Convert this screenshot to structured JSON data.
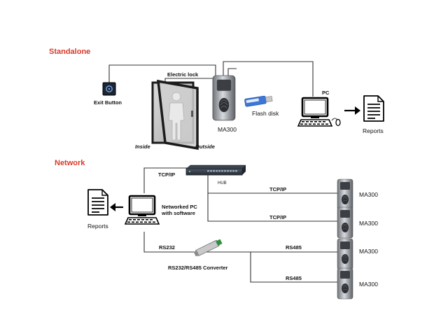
{
  "sections": {
    "standalone": "Standalone",
    "network": "Network"
  },
  "standalone": {
    "exit_button": "Exit Button",
    "electric_lock": "Electric lock",
    "inside": "Inside",
    "outside": "Outside",
    "device": "MA300",
    "flash_disk": "Flash disk",
    "pc": "PC",
    "reports": "Reports"
  },
  "network": {
    "reports": "Reports",
    "pc_line1": "Networked PC",
    "pc_line2": "with software",
    "tcpip_top": "TCP/IP",
    "hub": "HUB",
    "tcpip_1": "TCP/IP",
    "tcpip_2": "TCP/IP",
    "rs232": "RS232",
    "rs485_1": "RS485",
    "rs485_2": "RS485",
    "converter": "RS232/RS485 Converter",
    "devices": [
      "MA300",
      "MA300",
      "MA300",
      "MA300"
    ]
  },
  "icons": [
    "exit-button-icon",
    "door-icon",
    "fingerprint-terminal-icon",
    "usb-flash-disk-icon",
    "computer-icon",
    "arrow-icon",
    "report-document-icon",
    "network-switch-icon",
    "converter-icon"
  ]
}
